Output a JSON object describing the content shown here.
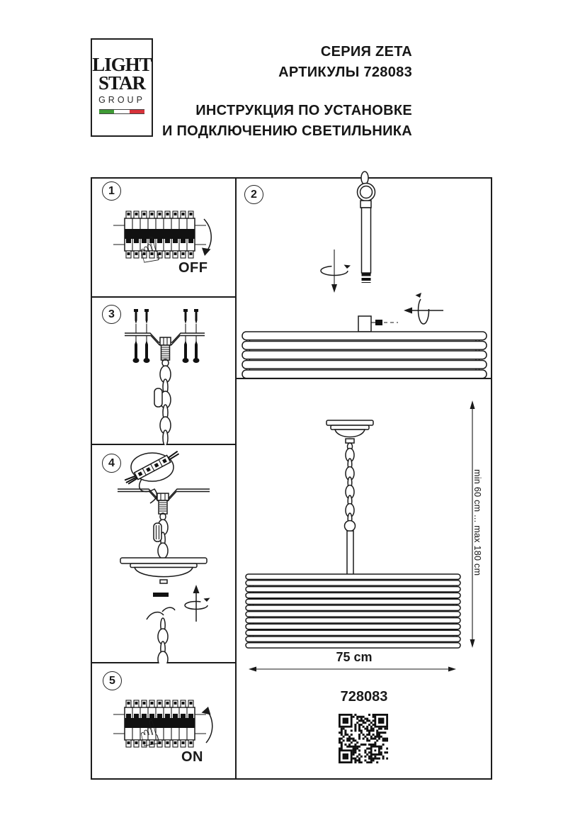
{
  "header": {
    "logo": {
      "line1": "LIGHT",
      "line2": "STAR",
      "line3": "GROUP",
      "flag_green": "#3f9b35",
      "flag_white": "#ffffff",
      "flag_red": "#d7333b"
    },
    "series": "СЕРИЯ ZETA",
    "articles": "АРТИКУЛЫ 728083",
    "title_line1": "ИНСТРУКЦИЯ ПО УСТАНОВКЕ",
    "title_line2": "И ПОДКЛЮЧЕНИЮ СВЕТИЛЬНИКА"
  },
  "steps": {
    "step1": "1",
    "step2": "2",
    "step3": "3",
    "step4": "4",
    "step5": "5"
  },
  "labels": {
    "power_off": "OFF",
    "power_on": "ON"
  },
  "dimensions": {
    "height_range": "min 60 cm ... max 180 cm",
    "shade_width": "75 cm"
  },
  "article_number": "728083",
  "icons": {
    "pointing-finger": "☝"
  },
  "colors": {
    "line": "#1a1a1a"
  }
}
